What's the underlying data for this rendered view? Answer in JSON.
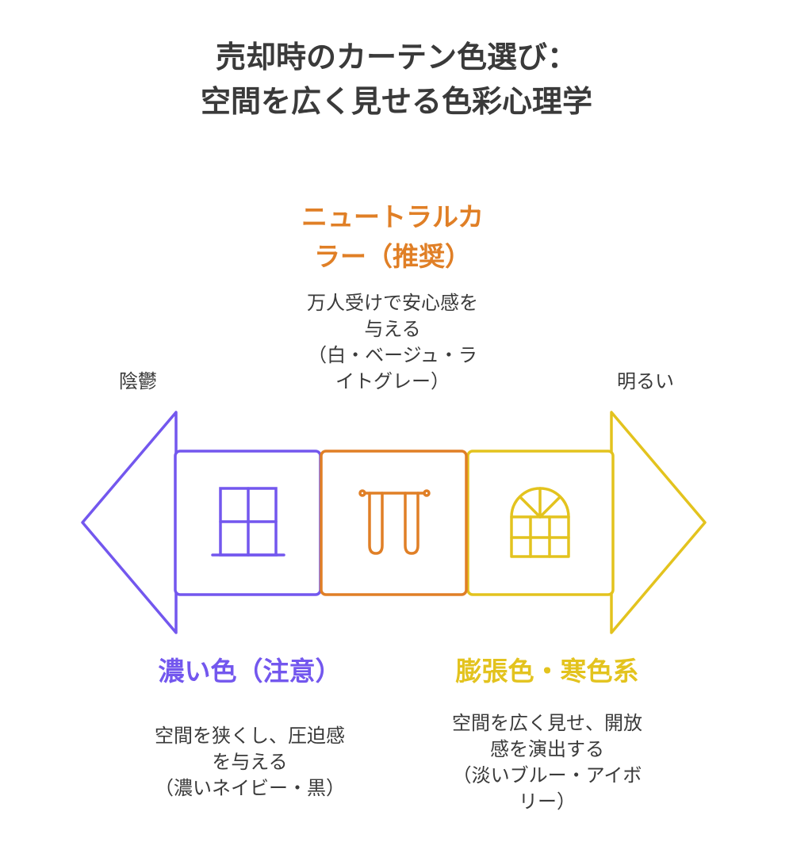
{
  "title": {
    "line1": "売却時のカーテン色選び：",
    "line2": "空間を広く見せる色彩心理学"
  },
  "scale": {
    "left_label": "陰鬱",
    "right_label": "明るい"
  },
  "neutral": {
    "title_line1": "ニュートラルカ",
    "title_line2": "ラー（推奨）",
    "desc_line1": "万人受けで安心感を",
    "desc_line2": "与える",
    "desc_line3": "（白・ベージュ・ラ",
    "desc_line4": "イトグレー）",
    "color": "#e07f26",
    "icon": "curtain-icon"
  },
  "dark": {
    "title": "濃い色（注意）",
    "desc_line1": "空間を狭くし、圧迫感",
    "desc_line2": "を与える",
    "desc_line3": "（濃いネイビー・黒）",
    "color": "#7357ee",
    "icon": "window-icon"
  },
  "bright": {
    "title": "膨張色・寒色系",
    "desc_line1": "空間を広く見せ、開放",
    "desc_line2": "感を演出する",
    "desc_line3": "（淡いブルー・アイボ",
    "desc_line4": "リー）",
    "color": "#e3c31e",
    "icon": "arched-window-icon"
  }
}
